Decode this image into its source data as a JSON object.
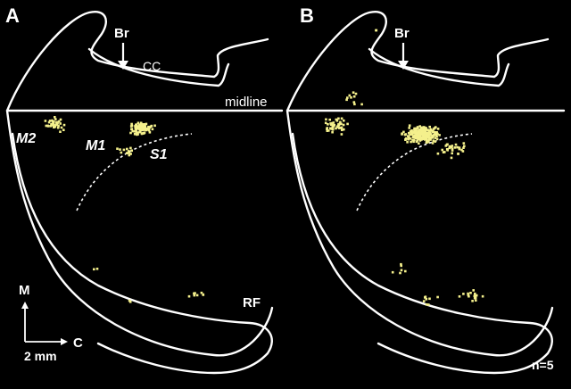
{
  "figure": {
    "dot_color": "#f4f08c",
    "line_color": "#ffffff",
    "background": "#000000"
  },
  "panel_a": {
    "letter": "A",
    "br_label": "Br",
    "cc_label": "CC",
    "midline_label": "midline",
    "m2_label": "M2",
    "m1_label": "M1",
    "s1_label": "S1",
    "rf_label": "RF",
    "axis_m_label": "M",
    "axis_c_label": "C",
    "scale_label": "2 mm"
  },
  "panel_b": {
    "letter": "B",
    "br_label": "Br",
    "n_label": "n=5"
  }
}
